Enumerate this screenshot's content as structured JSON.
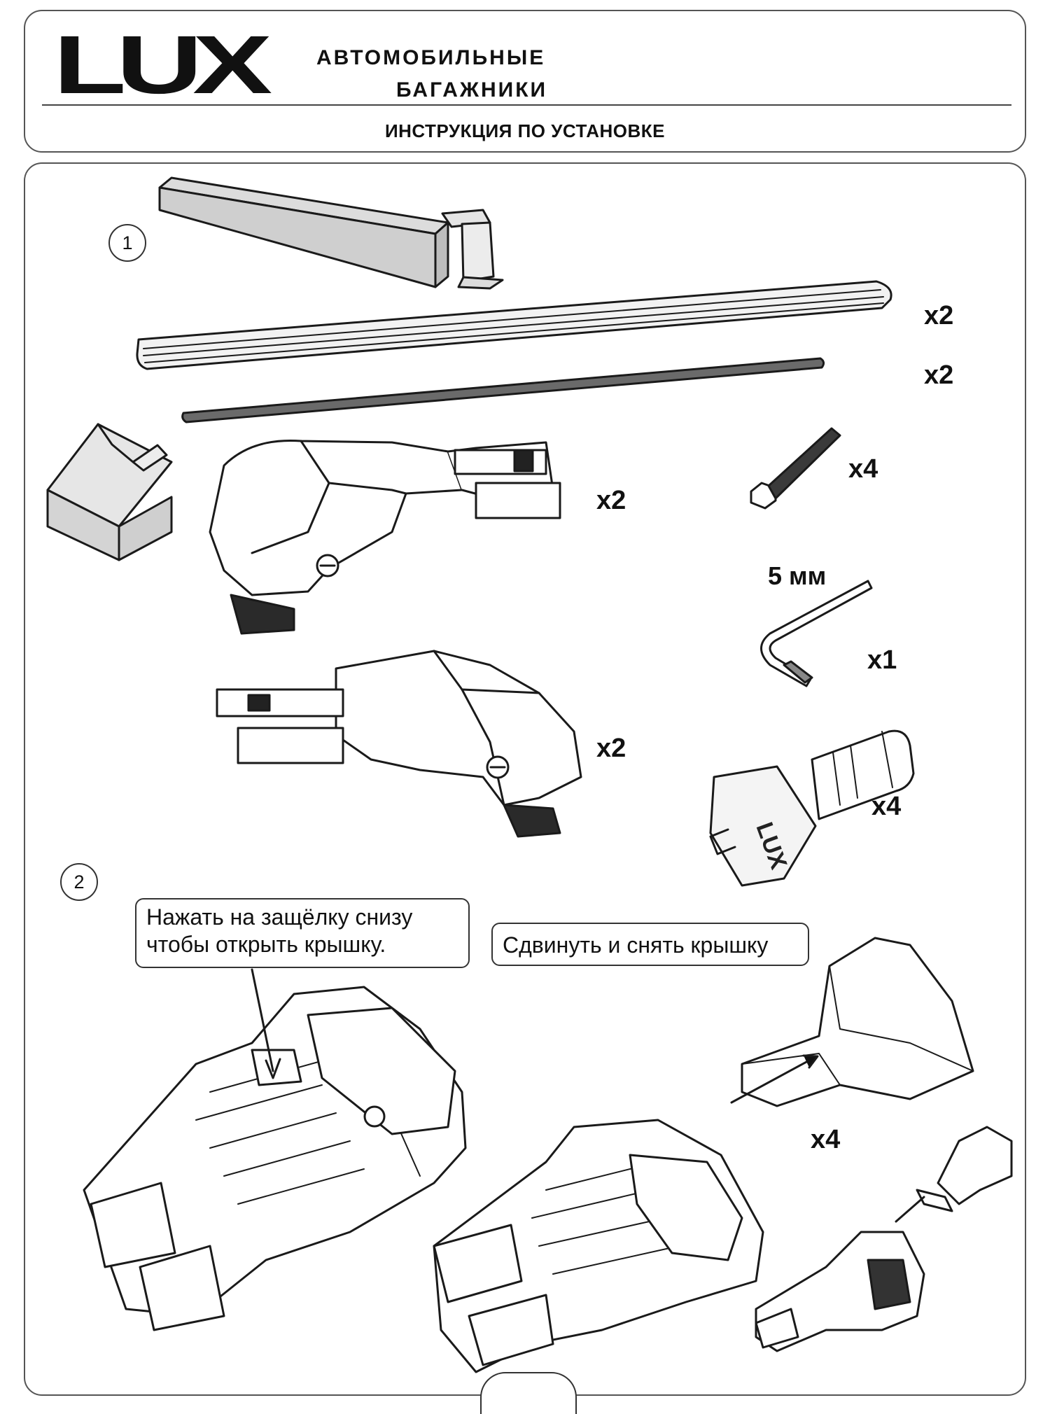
{
  "header": {
    "logo": "LUX",
    "tagline_line1": "АВТОМОБИЛЬНЫЕ",
    "tagline_line2": "БАГАЖНИКИ",
    "title": "ИНСТРУКЦИЯ ПО УСТАНОВКЕ"
  },
  "steps": {
    "step1": {
      "number": "1"
    },
    "step2": {
      "number": "2"
    }
  },
  "parts": {
    "crossbar_qty": "x2",
    "seal_strip_qty": "x2",
    "bolt_qty": "x4",
    "front_foot_qty": "x2",
    "wrench_size": "5 мм",
    "wrench_qty": "x1",
    "rear_foot_qty": "x2",
    "lock_cylinder_qty": "x4",
    "key_logo": "LUX"
  },
  "instructions": {
    "latch_callout": [
      "Нажать на защёлку снизу",
      "чтобы открыть крышку."
    ],
    "cover_callout": "Сдвинуть и снять крышку",
    "cover_qty": "x4"
  }
}
